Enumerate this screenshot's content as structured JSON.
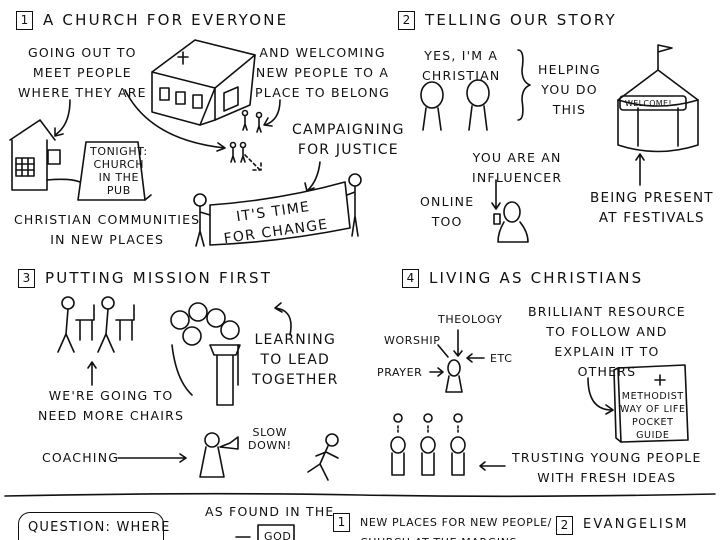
{
  "sections": [
    {
      "number": "1",
      "title": "A CHURCH FOR EVERYONE"
    },
    {
      "number": "2",
      "title": "TELLING OUR STORY"
    },
    {
      "number": "3",
      "title": "PUTTING MISSION FIRST"
    },
    {
      "number": "4",
      "title": "LIVING AS CHRISTIANS"
    }
  ],
  "s1": {
    "going_out": "GOING OUT TO\nMEET PEOPLE\nWHERE THEY ARE",
    "welcoming": "AND WELCOMING\nNEW PEOPLE TO A\nPLACE TO BELONG",
    "campaigning": "CAMPAIGNING\nFOR JUSTICE",
    "sign": "TONIGHT:\nCHURCH\nIN THE\nPUB",
    "communities": "CHRISTIAN COMMUNITIES\nIN NEW PLACES",
    "banner": "IT'S TIME\nFOR CHANGE"
  },
  "s2": {
    "speech": "YES, I'M A\nCHRISTIAN",
    "helping": "HELPING\nYOU DO\nTHIS",
    "influencer": "YOU ARE AN\nINFLUENCER",
    "online": "ONLINE\nTOO",
    "tent_sign": "WELCOME!",
    "festivals": "BEING PRESENT\nAT FESTIVALS"
  },
  "s3": {
    "chairs": "WE'RE GOING TO\nNEED MORE CHAIRS",
    "learning": "LEARNING\nTO LEAD\nTOGETHER",
    "coaching": "COACHING",
    "slow_down": "SLOW\nDOWN!"
  },
  "s4": {
    "theology": "THEOLOGY",
    "worship": "WORSHIP",
    "prayer": "PRAYER",
    "etc": "ETC",
    "resource": "BRILLIANT RESOURCE\nTO FOLLOW AND\nEXPLAIN IT TO\nOTHERS",
    "book": "METHODIST\nWAY OF LIFE\nPOCKET\nGUIDE",
    "young": "TRUSTING YOUNG PEOPLE\nWITH FRESH IDEAS"
  },
  "bottom": {
    "question": "QUESTION: WHERE",
    "as_found": "AS FOUND IN THE",
    "god_book": "GOD",
    "item1_number": "1",
    "item1": "NEW PLACES FOR NEW PEOPLE/\nCHURCH AT THE MARGINS",
    "item2_number": "2",
    "item2": "EVANGELISM"
  }
}
